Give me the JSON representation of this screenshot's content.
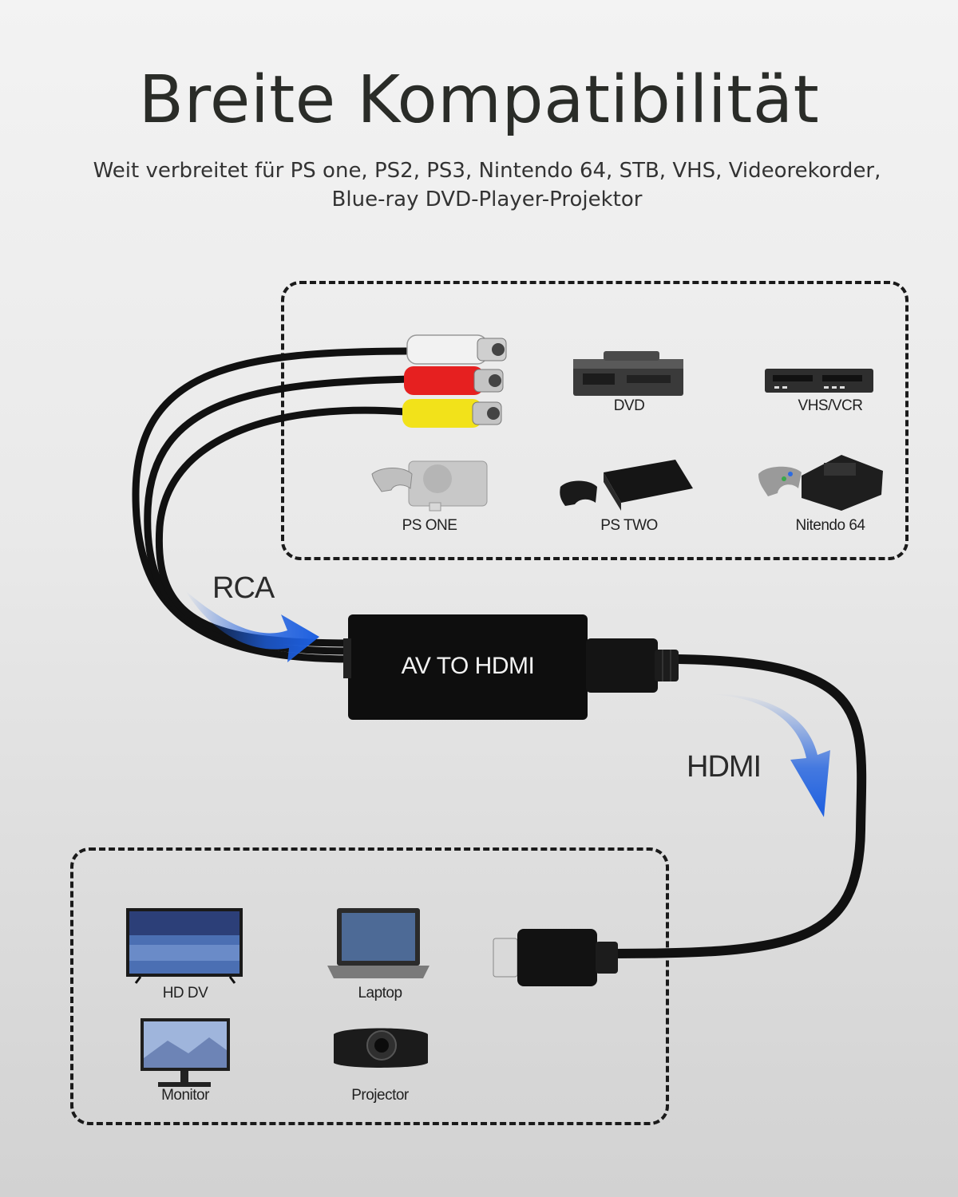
{
  "title": "Breite Kompatibilität",
  "subtitle": {
    "line1": "Weit verbreitet für PS one, PS2, PS3, Nintendo 64, STB, VHS, Videorekorder,",
    "line2": "Blue-ray DVD-Player-Projektor"
  },
  "inputs": {
    "dvd": "DVD",
    "vhs": "VHS/VCR",
    "psone": "PS ONE",
    "pstwo": "PS TWO",
    "n64": "Nitendo 64"
  },
  "outputs": {
    "hddv": "HD DV",
    "laptop": "Laptop",
    "monitor": "Monitor",
    "projector": "Projector"
  },
  "labels": {
    "rca": "RCA",
    "hdmi": "HDMI",
    "converter": "AV TO HDMI"
  },
  "colors": {
    "arrow_blue": "#1d5fe0",
    "rca_white": "#f2f2f2",
    "rca_red": "#e62020",
    "rca_yellow": "#f2e21a"
  }
}
